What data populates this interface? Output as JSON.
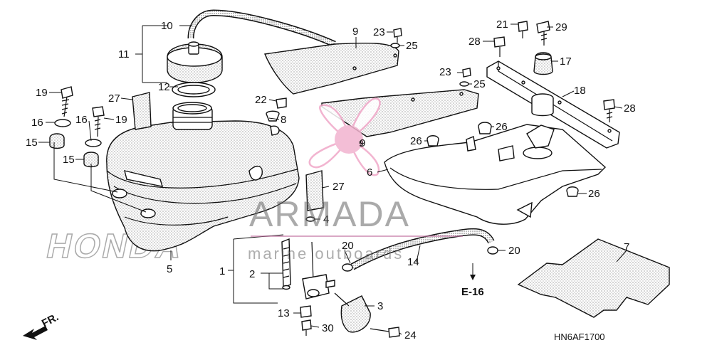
{
  "diagram_code": "HN6AF1700",
  "ref_label": "E-16",
  "front_label": "FR.",
  "watermark": {
    "brand": "ARMADA",
    "tagline": "marine outboards",
    "prop_label": "9"
  },
  "maker_logo": "HONDA",
  "callouts": [
    "10",
    "11",
    "12",
    "9",
    "23",
    "25",
    "21",
    "29",
    "28",
    "17",
    "18",
    "28",
    "19",
    "27",
    "16",
    "19",
    "16",
    "15",
    "15",
    "22",
    "8",
    "9",
    "23",
    "25",
    "26",
    "26",
    "6",
    "26",
    "27",
    "4",
    "5",
    "1",
    "2",
    "20",
    "20",
    "14",
    "13",
    "30",
    "3",
    "24",
    "7"
  ]
}
